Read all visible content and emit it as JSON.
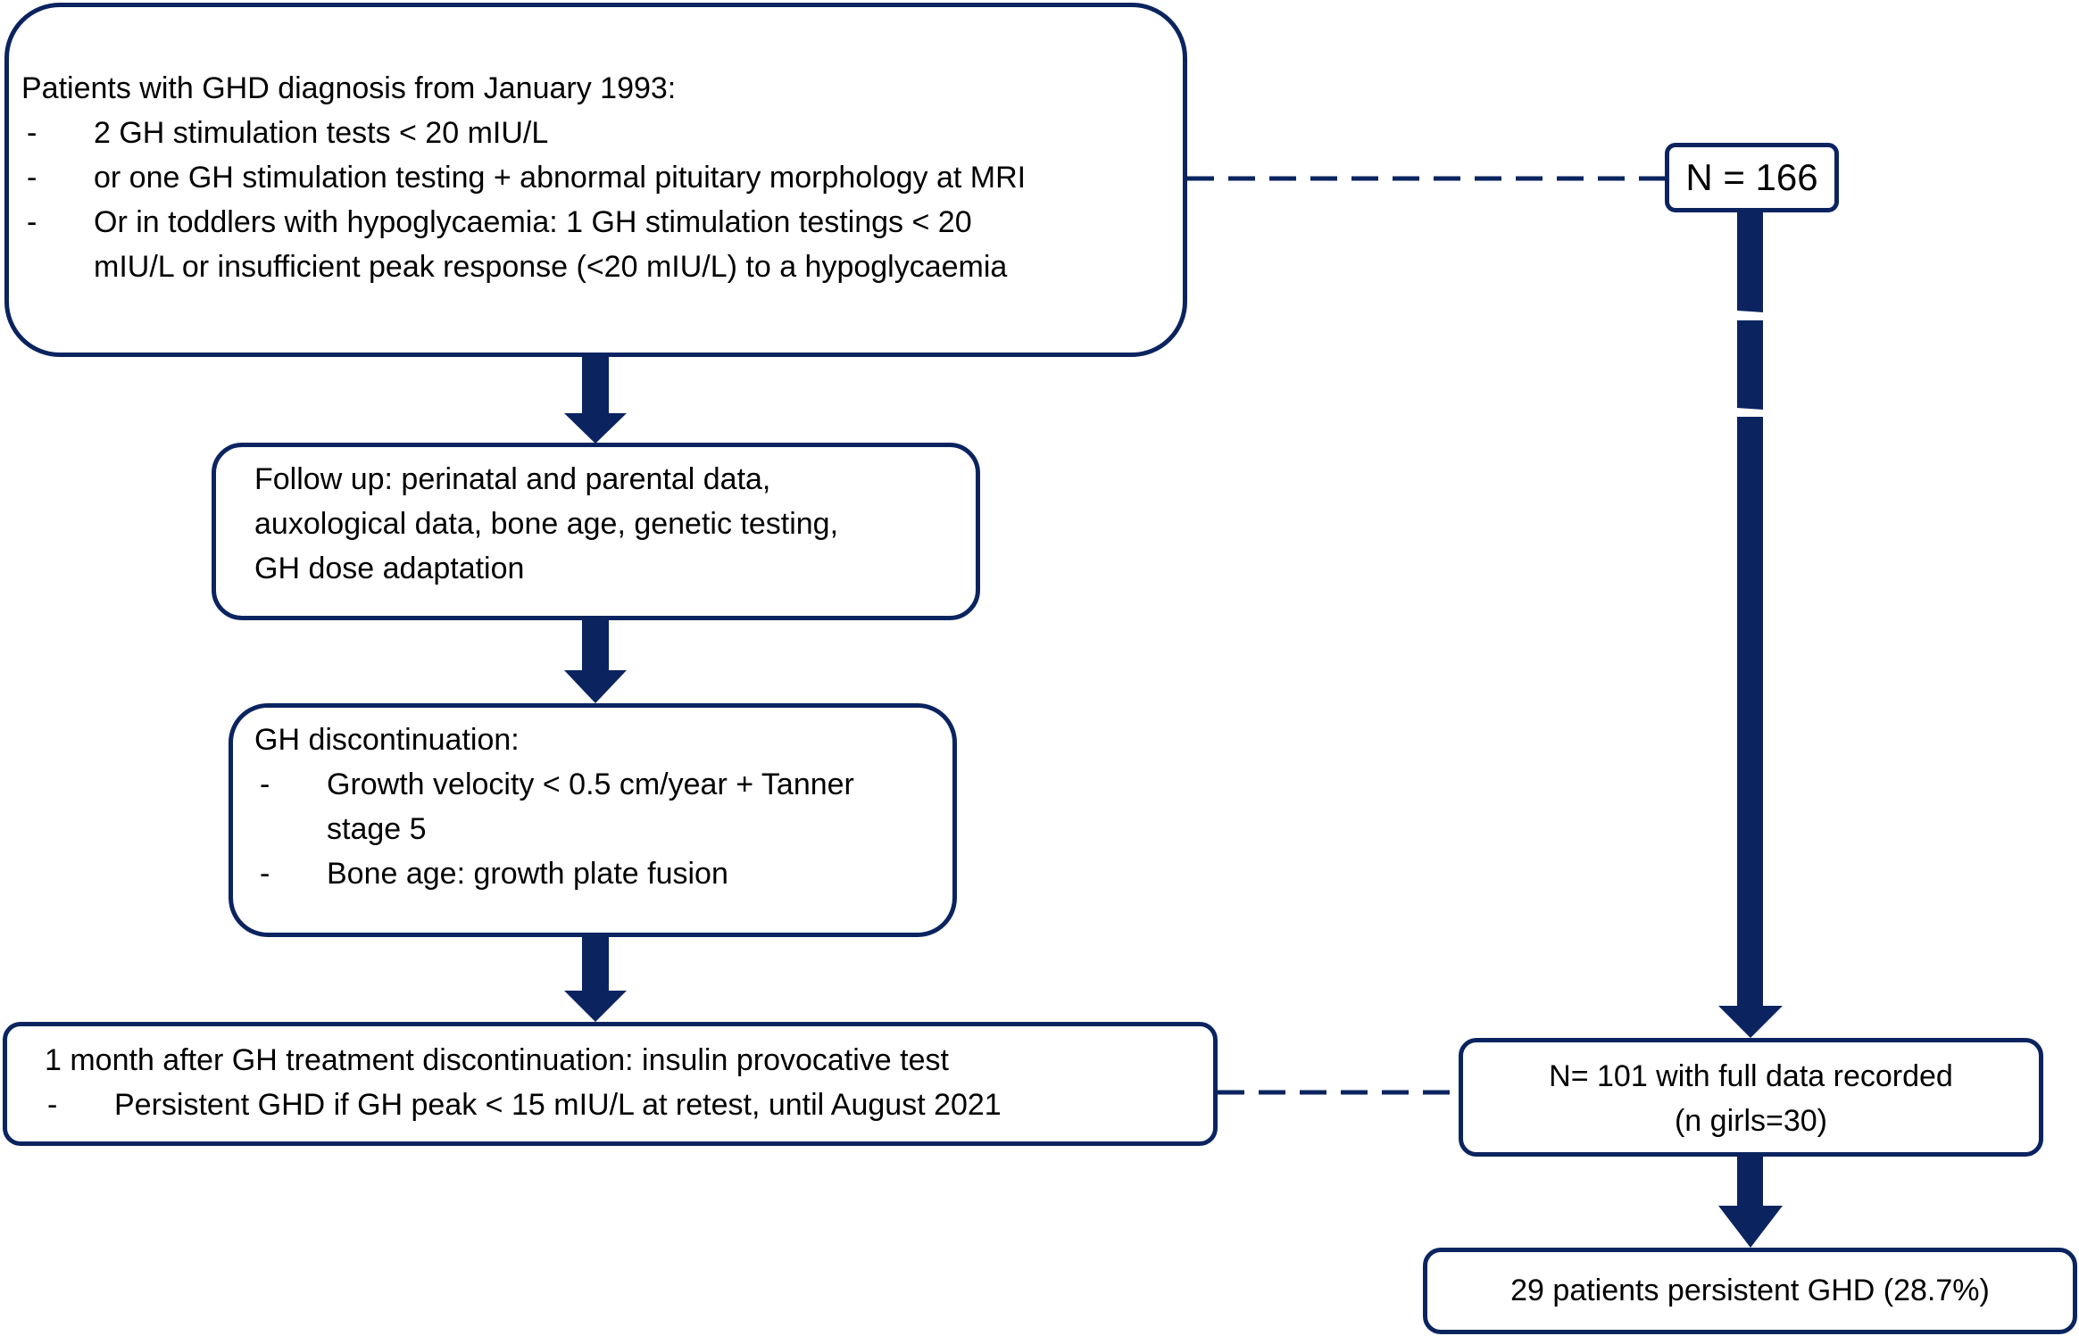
{
  "colors": {
    "navy": "#0b2460",
    "background": "#ffffff"
  },
  "eligibility": {
    "heading": "Patients with GHD diagnosis from January 1993:",
    "bullets": [
      "2 GH stimulation tests < 20 mIU/L",
      "or one GH stimulation testing + abnormal pituitary morphology at MRI",
      "Or in toddlers with hypoglycaemia: 1 GH stimulation testings < 20",
      "mIU/L or insufficient peak response (<20 mIU/L) to a hypoglycaemia"
    ]
  },
  "followup": {
    "lines": [
      "Follow up: perinatal and parental data,",
      "auxological data, bone age, genetic testing,",
      "GH dose adaptation"
    ]
  },
  "discontinuation": {
    "heading": "GH discontinuation:",
    "bullets": [
      "Growth velocity < 0.5 cm/year + Tanner",
      "stage 5",
      "Bone age: growth plate fusion"
    ]
  },
  "retest": {
    "heading": "1 month after GH treatment discontinuation: insulin provocative test",
    "bullet": "Persistent GHD if GH peak < 15 mIU/L  at retest, until August 2021"
  },
  "counts": {
    "total": "N = 166",
    "full_data_line1": "N= 101 with full data recorded",
    "full_data_line2": "(n girls=30)",
    "persistent": "29 patients persistent GHD (28.7%)"
  },
  "dash_marker": "-"
}
